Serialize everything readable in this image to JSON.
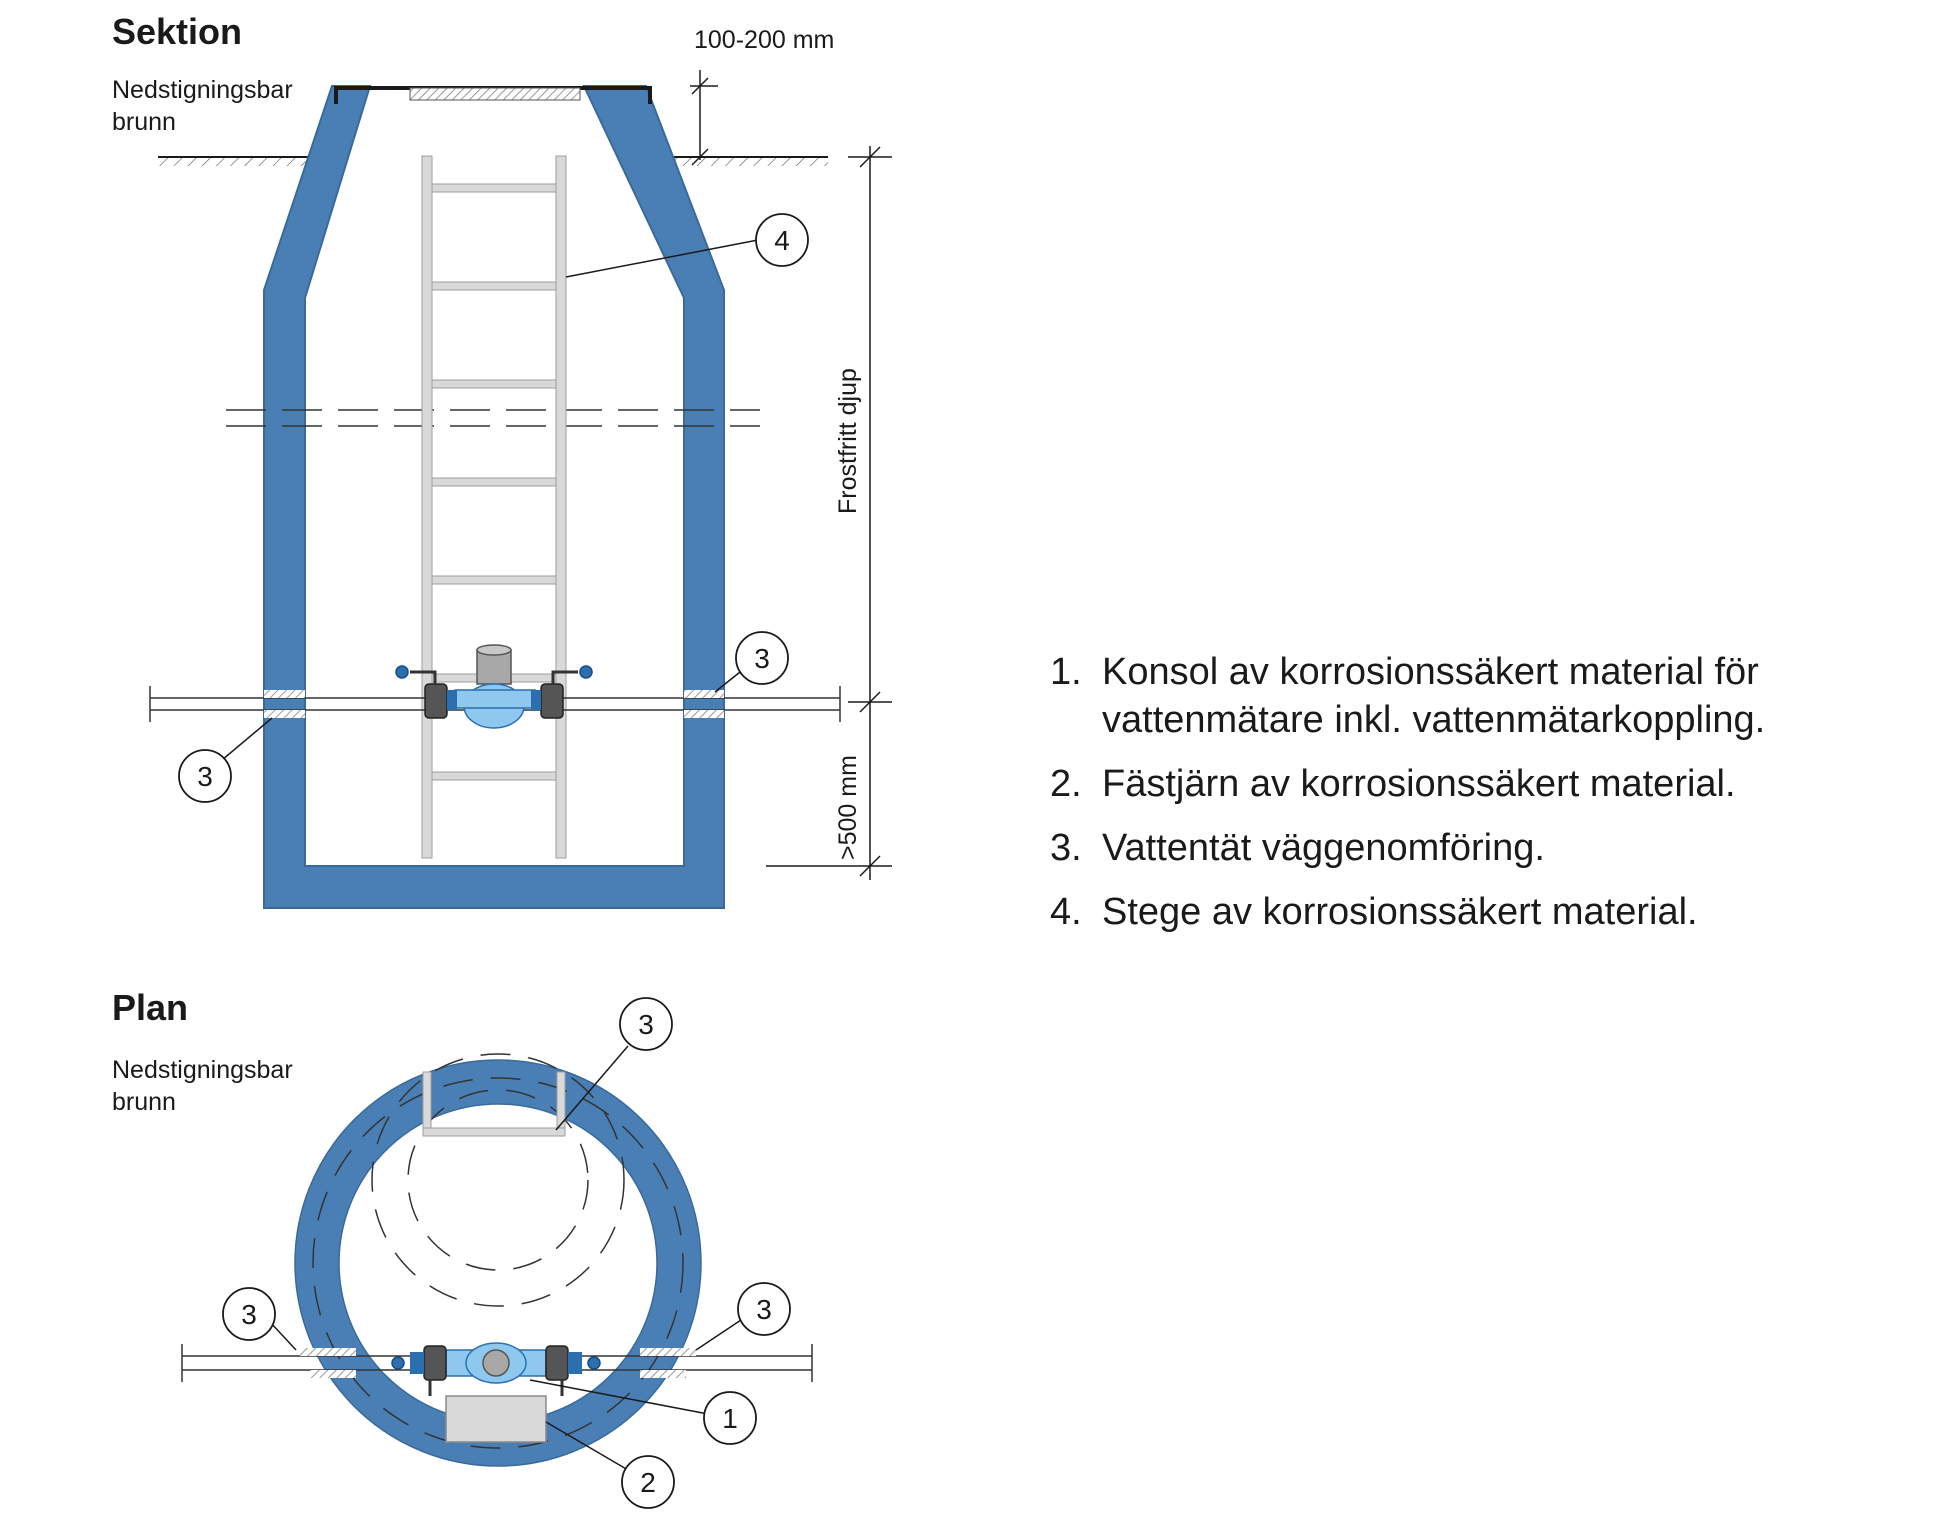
{
  "colors": {
    "wall": "#4a7fb5",
    "wall_stroke": "#3a6a9a",
    "meter_body": "#8ec8ef",
    "coupling": "#2c6fb0",
    "ladder": "#d9d9d9",
    "hatch": "#b8b8b8",
    "ink": "#1a1a1a"
  },
  "section": {
    "title": "Sektion",
    "caption_line1": "Nedstigningsbar",
    "caption_line2": "brunn",
    "dim_cover": "100-200 mm",
    "dim_frost": "Frostfritt djup",
    "dim_bottom": ">500 mm",
    "callouts": [
      "4",
      "3",
      "3"
    ]
  },
  "plan": {
    "title": "Plan",
    "caption_line1": "Nedstigningsbar",
    "caption_line2": "brunn",
    "callouts": [
      "3",
      "3",
      "3",
      "1",
      "2"
    ]
  },
  "legend": {
    "items": [
      {
        "num": "1.",
        "text": "Konsol av korrosionssäkert material för vattenmätare inkl. vattenmätarkoppling."
      },
      {
        "num": "2.",
        "text": "Fästjärn av korrosionssäkert material."
      },
      {
        "num": "3.",
        "text": "Vattentät väggenomföring."
      },
      {
        "num": "4.",
        "text": "Stege av korrosionssäkert material."
      }
    ]
  }
}
